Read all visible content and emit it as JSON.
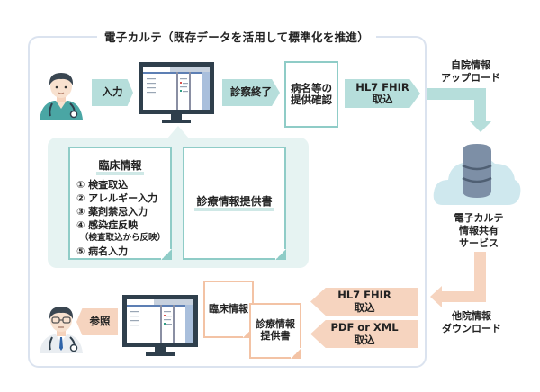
{
  "title": "電子カルテ（既存データを活用して標準化を推進）",
  "top_flow": {
    "input_label": "入力",
    "exam_end_label": "診察終了",
    "confirm_box": [
      "病名等の",
      "提供確認"
    ],
    "hl7_import": [
      "HL7 FHIR",
      "取込"
    ]
  },
  "clinical_panel": {
    "clinical_info_title": "臨床情報",
    "items": [
      "① 検査取込",
      "② アレルギー入力",
      "③ 薬剤禁忌入力",
      "④ 感染症反映",
      "（検査取込から反映）",
      "⑤ 病名入力"
    ],
    "referral_doc_title": "診療情報提供書"
  },
  "right_side": {
    "upload_label": [
      "自院情報",
      "アップロード"
    ],
    "service_label": [
      "電子カルテ",
      "情報共有",
      "サービス"
    ],
    "download_label": [
      "他院情報",
      "ダウンロード"
    ]
  },
  "bottom_flow": {
    "reference_label": "参照",
    "doc_clinical": "臨床情報",
    "doc_referral": [
      "診療情報",
      "提供書"
    ],
    "hl7_import": [
      "HL7 FHIR",
      "取込"
    ],
    "pdf_import": [
      "PDF or XML",
      "取込"
    ]
  },
  "colors": {
    "teal": "#b6dedb",
    "teal_border": "#8fccc7",
    "peach": "#f6d4bf",
    "peach_border": "#f3c3a5",
    "frame": "#dbe3ef",
    "monitor": "#2f3f4c",
    "database": "#7d8fa6",
    "cloud": "#cfe8ee"
  }
}
